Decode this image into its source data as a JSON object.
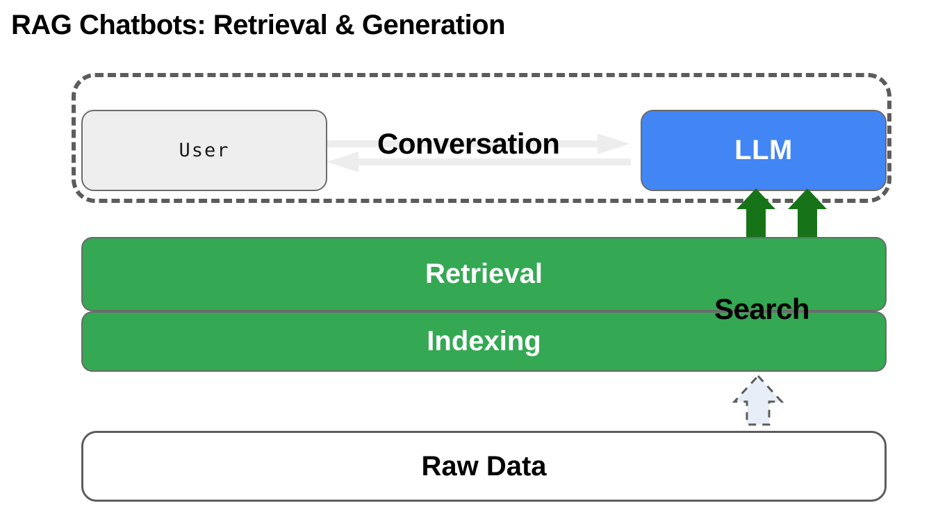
{
  "page": {
    "title": "RAG Chatbots: Retrieval & Generation",
    "background_color": "#ffffff"
  },
  "colors": {
    "llm_blue": "#4285f4",
    "bar_green": "#34a853",
    "arrow_green": "#177317",
    "user_gray": "#eeeeee",
    "border_gray": "#6b6b6b",
    "dashed_gray": "#5c5c5c",
    "conversation_arrow": "#ededed",
    "pale_arrow_fill": "#e8eef8",
    "text_black": "#000000",
    "text_white": "#ffffff"
  },
  "diagram": {
    "chat_group": {
      "name": "conversation-group",
      "style": "dashed-rounded-container",
      "nodes": {
        "user": {
          "label": "User",
          "fill": "#eeeeee",
          "font": "monospace"
        },
        "llm": {
          "label": "LLM",
          "fill": "#4285f4",
          "font": "bold-sans"
        }
      },
      "edge_label": "Conversation",
      "edge_direction": "bidirectional"
    },
    "bars": [
      {
        "name": "retrieval",
        "label": "Retrieval",
        "fill": "#34a853"
      },
      {
        "name": "indexing",
        "label": "Indexing",
        "fill": "#34a853"
      }
    ],
    "source": {
      "name": "raw-data",
      "label": "Raw Data",
      "fill": "#ffffff"
    },
    "connectors": {
      "search_label": "Search",
      "retrieval_to_llm": {
        "count": 2,
        "direction": "up",
        "color": "#177317",
        "style": "solid"
      },
      "rawdata_to_indexing": {
        "count": 1,
        "direction": "up",
        "color": "#e8eef8",
        "style": "dashed-outline"
      }
    }
  }
}
